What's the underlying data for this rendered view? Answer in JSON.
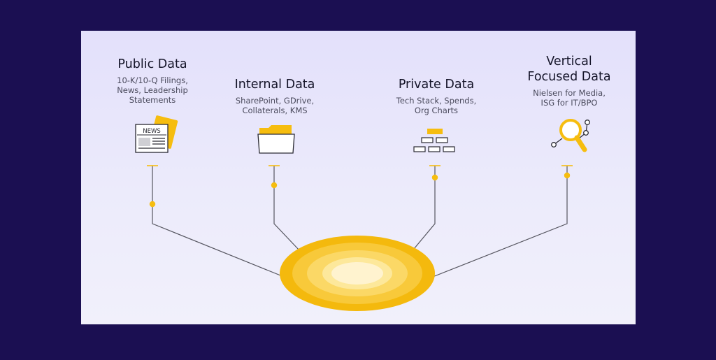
{
  "sources": [
    {
      "title": "Public Data",
      "subtitle_lines": [
        "10-K/10-Q Filings,",
        "News, Leadership",
        "Statements"
      ],
      "icon": "newspaper-icon",
      "icon_text": "NEWS"
    },
    {
      "title": "Internal Data",
      "subtitle_lines": [
        "SharePoint, GDrive,",
        "Collaterals, KMS"
      ],
      "icon": "folder-icon"
    },
    {
      "title": "Private Data",
      "subtitle_lines": [
        "Tech Stack, Spends,",
        "Org Charts"
      ],
      "icon": "org-chart-icon"
    },
    {
      "title_lines": [
        "Vertical",
        "Focused Data"
      ],
      "subtitle_lines": [
        "Nielsen for Media,",
        "ISG for IT/BPO"
      ],
      "icon": "magnifier-network-icon"
    }
  ],
  "hub": {
    "icon": "data-hub-ellipse",
    "colors": [
      "#f4b90d",
      "#f8c93a",
      "#fbd866",
      "#fde89b",
      "#fff3cf"
    ]
  },
  "colors": {
    "background": "#1b0f52",
    "panel": "#e7e5fb",
    "accent": "#f6bd0f",
    "line": "#4a4a55"
  }
}
